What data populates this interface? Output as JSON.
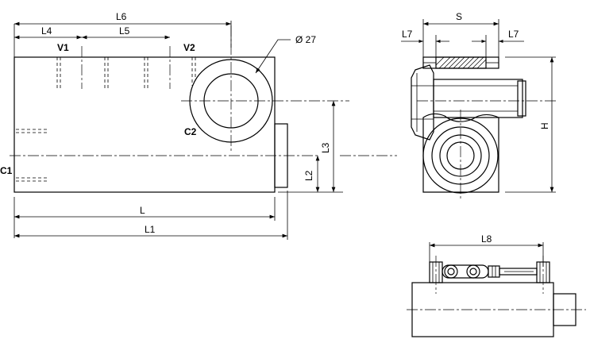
{
  "dimensions": {
    "L6": "L6",
    "L4": "L4",
    "L5": "L5",
    "L": "L",
    "L1": "L1",
    "L2": "L2",
    "L3": "L3",
    "S": "S",
    "L7_left": "L7",
    "L7_right": "L7",
    "H": "H",
    "L8": "L8",
    "diameter": "Ø 27"
  },
  "ports": {
    "V1": "V1",
    "V2": "V2",
    "C1": "C1",
    "C2": "C2"
  }
}
